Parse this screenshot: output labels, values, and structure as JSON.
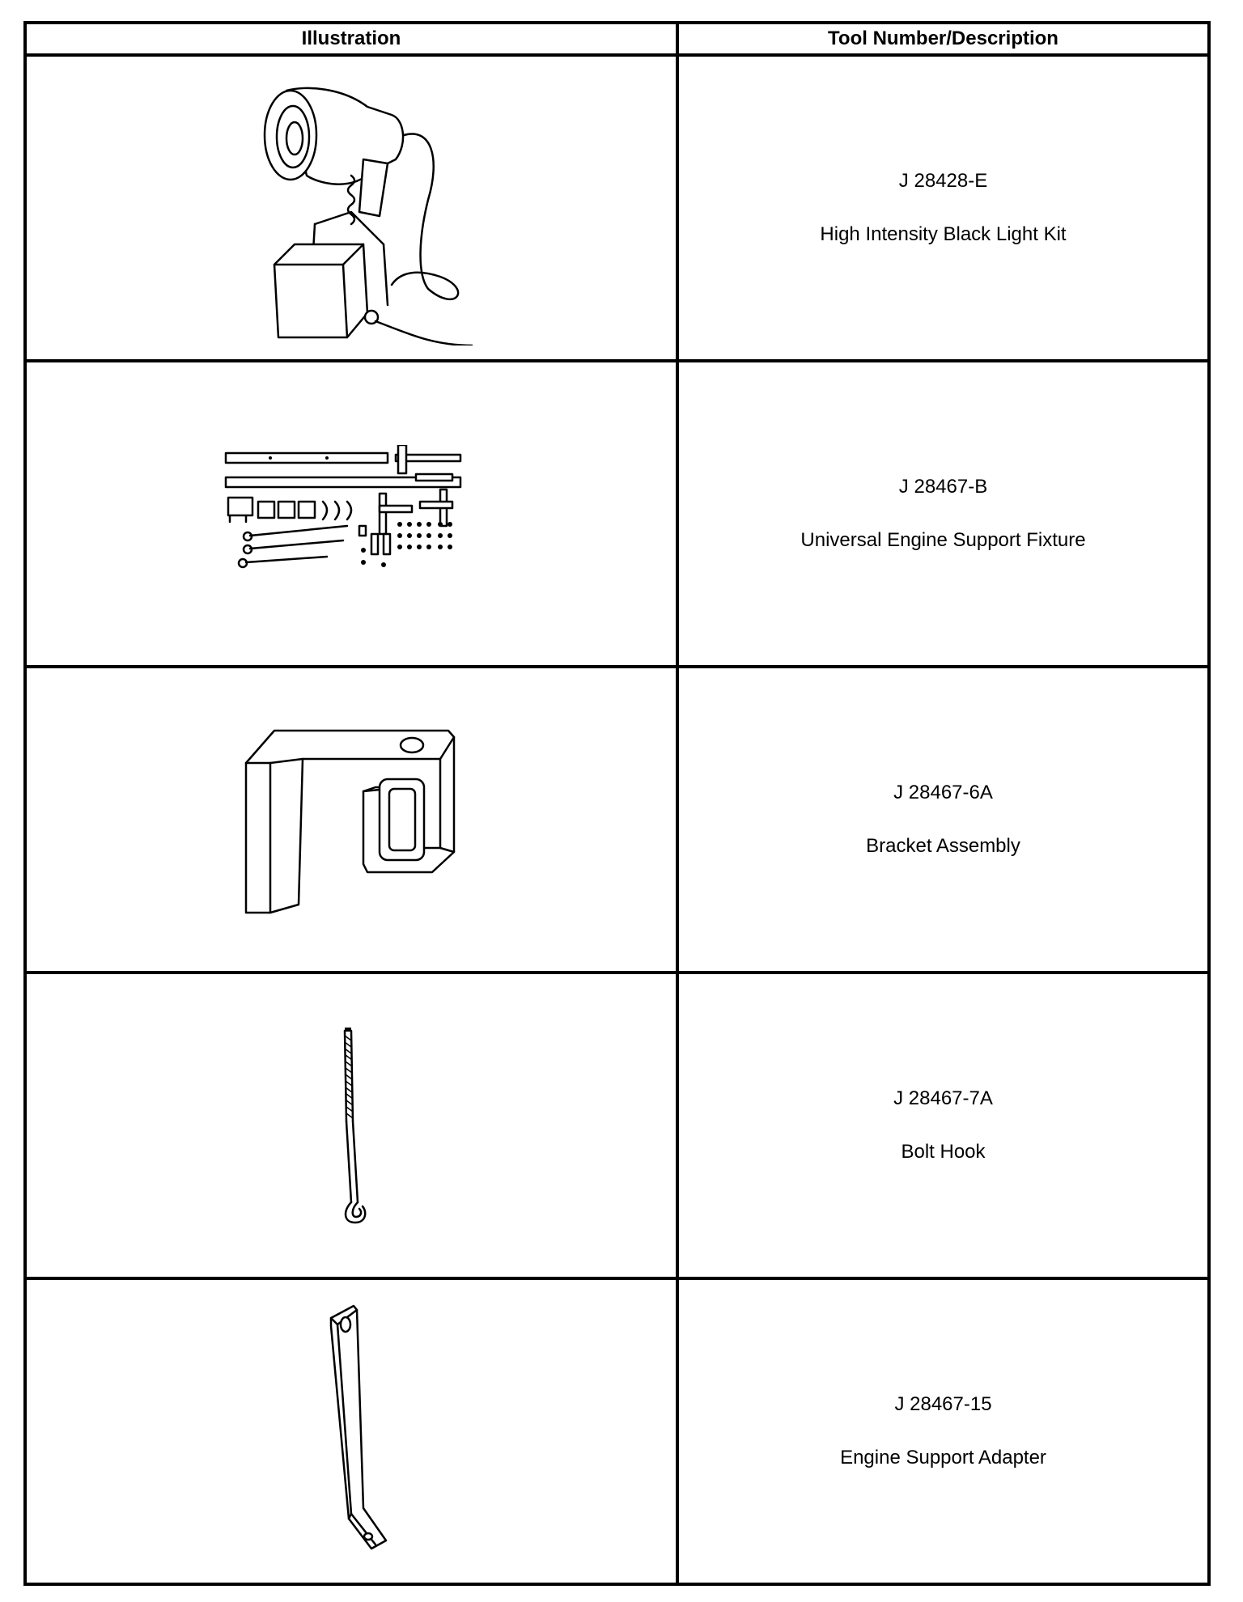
{
  "headers": {
    "illustration": "Illustration",
    "description": "Tool Number/Description"
  },
  "tools": [
    {
      "number": "J 28428-E",
      "description": "High Intensity Black Light Kit",
      "icon": "black-light-kit-icon"
    },
    {
      "number": "J 28467-B",
      "description": "Universal Engine Support Fixture",
      "icon": "engine-support-fixture-icon"
    },
    {
      "number": "J 28467-6A",
      "description": "Bracket Assembly",
      "icon": "bracket-assembly-icon"
    },
    {
      "number": "J 28467-7A",
      "description": "Bolt Hook",
      "icon": "bolt-hook-icon"
    },
    {
      "number": "J 28467-15",
      "description": "Engine Support Adapter",
      "icon": "engine-support-adapter-icon"
    }
  ]
}
